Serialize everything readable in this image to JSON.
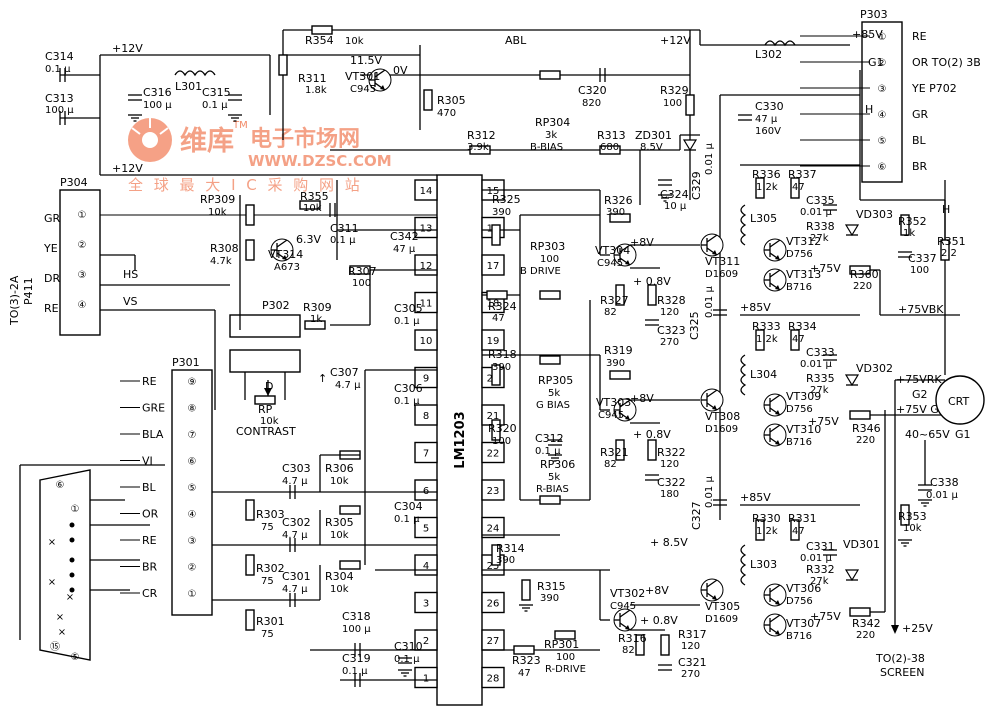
{
  "chip": "LM1203",
  "chip_pins_left": [
    "14",
    "13",
    "12",
    "11",
    "10",
    "9",
    "8",
    "7",
    "6",
    "5",
    "4",
    "3",
    "2",
    "1"
  ],
  "chip_pins_right": [
    "15",
    "16",
    "17",
    "18",
    "19",
    "20",
    "21",
    "22",
    "23",
    "24",
    "25",
    "26",
    "27",
    "28"
  ],
  "rails": {
    "p12_a": "+12V",
    "p12_b": "+12V",
    "p12_c": "+12V",
    "abl": "ABL",
    "v115": "11.5V",
    "v0": "0V",
    "v63": "6.3V",
    "v85_top": "+85V",
    "v85_a": "+85V",
    "v85_b": "+85V",
    "p8v_a": "+8V",
    "p8v_b": "+8V",
    "p8v_c": "+8V",
    "p08_a": "+ 0.8V",
    "p08_b": "+ 0.8V",
    "p08_c": "+ 0.8V",
    "v75_a": "+75V",
    "v75_b": "+75V",
    "v75_c": "+75V",
    "v75bk": "+75VBK",
    "v75rk": "+75VRK",
    "v75gk": "+75V GK",
    "v85d": "+ 8.5V",
    "v25": "+25V",
    "g2": "G2",
    "g1": "G1",
    "range": "40~65V",
    "crt": "CRT",
    "screen_a": "TO(2)-38",
    "screen_b": "SCREEN",
    "hs": "HS",
    "vs": "VS",
    "contrast": "CONTRAST",
    "d": "D",
    "rp": "RP",
    "rp_val": "10k"
  },
  "p303": {
    "title": "P303",
    "pins": [
      "①",
      "②",
      "③",
      "④",
      "⑤",
      "⑥"
    ],
    "labels": [
      "RE",
      "OR TO(2) 3B",
      "YE P702",
      "GR",
      "BL",
      "BR"
    ],
    "g1": "G1",
    "h": "H",
    "h2": "H"
  },
  "p304": {
    "title": "P304",
    "side_a": "TO(3)-2A",
    "side_b": "P411",
    "pins": [
      "①",
      "②",
      "③",
      "④"
    ],
    "labels": [
      "GR",
      "YE",
      "DR",
      "RE"
    ]
  },
  "p301": {
    "title": "P301",
    "pins": [
      "⑨",
      "⑧",
      "⑦",
      "⑥",
      "⑤",
      "④",
      "③",
      "②",
      "①"
    ],
    "labels": [
      "RE",
      "GRE",
      "BLA",
      "VI",
      "BL",
      "OR",
      "RE",
      "BR",
      "CR"
    ]
  },
  "dsub": {
    "pins": [
      "⑥",
      "①",
      "⑮",
      "⑤"
    ],
    "marks": [
      "×",
      "×",
      "×",
      "×",
      "×"
    ]
  },
  "p302": {
    "title": "P302"
  },
  "parts": {
    "c314": [
      "C314",
      "0.1 μ"
    ],
    "c313": [
      "C313",
      "100 μ"
    ],
    "c316": [
      "C316",
      "100 μ"
    ],
    "l301": "L301",
    "c315": [
      "C315",
      "0.1 μ"
    ],
    "r354": [
      "R354",
      "10k"
    ],
    "r311": [
      "R311",
      "1.8k"
    ],
    "vt301": [
      "VT301",
      "C945"
    ],
    "r305t": [
      "R305",
      "470"
    ],
    "c320": [
      "C320",
      "820"
    ],
    "r329": [
      "R329",
      "100"
    ],
    "l302": "L302",
    "c330": [
      "C330",
      "47 μ",
      "160V"
    ],
    "r312": [
      "R312",
      "3.9k"
    ],
    "rp304": [
      "RP304",
      "3k",
      "B-BIAS"
    ],
    "r313": [
      "R313",
      "680"
    ],
    "zd301": [
      "ZD301",
      "8.5V"
    ],
    "c324": [
      "C324",
      "10 μ"
    ],
    "c329": [
      "C329",
      "0.01 μ"
    ],
    "rp309": [
      "RP309",
      "10k"
    ],
    "r355": [
      "R355",
      "10k"
    ],
    "c311": [
      "C311",
      "0.1 μ"
    ],
    "r308": [
      "R308",
      "4.7k"
    ],
    "vt314": [
      "VT314",
      "A673"
    ],
    "c342": [
      "C342",
      "47 μ"
    ],
    "r307": [
      "R307",
      "100"
    ],
    "r309": [
      "R309",
      "1k"
    ],
    "c305": [
      "C305",
      "0.1 μ"
    ],
    "c307": [
      "C307",
      "4.7 μ"
    ],
    "c306": [
      "C306",
      "0.1 μ"
    ],
    "r325": [
      "R325",
      "390"
    ],
    "rp303": [
      "RP303",
      "100",
      "B  DRIVE"
    ],
    "r324": [
      "R324",
      "47"
    ],
    "r326": [
      "R326",
      "390"
    ],
    "vt304": [
      "VT304",
      "C945"
    ],
    "r327": [
      "R327",
      "82"
    ],
    "r328": [
      "R328",
      "120"
    ],
    "c323": [
      "C323",
      "270"
    ],
    "vt311": [
      "VT311",
      "D1609"
    ],
    "r336": [
      "R336",
      "1.2k"
    ],
    "r337": [
      "R337",
      "47"
    ],
    "l305": "L305",
    "c335": [
      "C335",
      "0.01 μ"
    ],
    "vd303": "VD303",
    "r338": [
      "R338",
      "27k"
    ],
    "vt312": [
      "VT312",
      "D756"
    ],
    "vt313": [
      "VT313",
      "B716"
    ],
    "r352": [
      "R352",
      "1k"
    ],
    "c337": [
      "C337",
      "100"
    ],
    "r360": [
      "R360",
      "220"
    ],
    "r351": [
      "R351",
      "2.2"
    ],
    "r318": [
      "R318",
      "390"
    ],
    "rp305": [
      "RP305",
      "5k",
      "G BIAS"
    ],
    "r319": [
      "R319",
      "390"
    ],
    "vt303": [
      "VT303",
      "C945"
    ],
    "c312": [
      "C312",
      "0.1 μ"
    ],
    "r320": [
      "R320",
      "100"
    ],
    "rp306": [
      "RP306",
      "5k",
      "R-BIAS"
    ],
    "r321": [
      "R321",
      "82"
    ],
    "r322": [
      "R322",
      "120"
    ],
    "c322": [
      "C322",
      "180"
    ],
    "c325": [
      "C325",
      "0.01 μ"
    ],
    "vt308": [
      "VT308",
      "D1609"
    ],
    "r333": [
      "R333",
      "1.2k"
    ],
    "r334": [
      "R334",
      "47"
    ],
    "l304": "L304",
    "c333": [
      "C333",
      "0.01 μ"
    ],
    "vd302": "VD302",
    "r335": [
      "R335",
      "27k"
    ],
    "vt309": [
      "VT309",
      "D756"
    ],
    "vt310": [
      "VT310",
      "B716"
    ],
    "r346": [
      "R346",
      "220"
    ],
    "c303": [
      "C303",
      "4.7 μ"
    ],
    "r306": [
      "R306",
      "10k"
    ],
    "r303": [
      "R303",
      "75"
    ],
    "c302": [
      "C302",
      "4.7 μ"
    ],
    "r305": [
      "R305",
      "10k"
    ],
    "c304": [
      "C304",
      "0.1 μ"
    ],
    "r302": [
      "R302",
      "75"
    ],
    "c301": [
      "C301",
      "4.7 μ"
    ],
    "r304": [
      "R304",
      "10k"
    ],
    "r301": [
      "R301",
      "75"
    ],
    "c318": [
      "C318",
      "100 μ"
    ],
    "c319": [
      "C319",
      "0.1 μ"
    ],
    "c310": [
      "C310",
      "0.1 μ"
    ],
    "r314": [
      "R314",
      "390"
    ],
    "r315": [
      "R315",
      "390"
    ],
    "r323": [
      "R323",
      "47"
    ],
    "rp301": [
      "RP301",
      "100",
      "R-DRIVE"
    ],
    "vt302": [
      "VT302",
      "C945"
    ],
    "r316": [
      "R316",
      "82"
    ],
    "r317": [
      "R317",
      "120"
    ],
    "c321": [
      "C321",
      "270"
    ],
    "c327": [
      "C327",
      "0.01 μ"
    ],
    "vt305": [
      "VT305",
      "D1609"
    ],
    "r330": [
      "R330",
      "1.2k"
    ],
    "r331": [
      "R331",
      "47"
    ],
    "l303": "L303",
    "c331": [
      "C331",
      "0.01 μ"
    ],
    "vd301": "VD301",
    "r332": [
      "R332",
      "27k"
    ],
    "vt306": [
      "VT306",
      "D756"
    ],
    "vt307": [
      "VT307",
      "B716"
    ],
    "r342": [
      "R342",
      "220"
    ],
    "c338": [
      "C338",
      "0.01 μ"
    ],
    "r353": [
      "R353",
      "10k"
    ]
  },
  "watermark": {
    "brand": "维库",
    "tm": "TM",
    "cn": "电子市场网",
    "url": "WWW.DZSC.COM",
    "slogan": "全 球 最 大 I C 采 购 网 站"
  },
  "colors": {
    "ink": "#000000",
    "watermark": "#f28a68"
  }
}
